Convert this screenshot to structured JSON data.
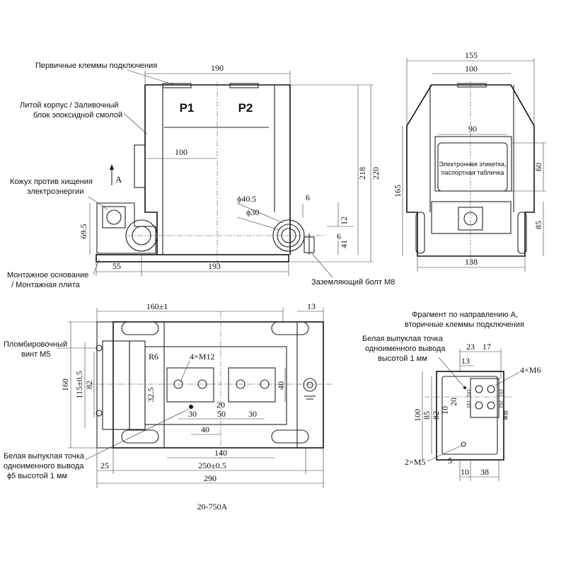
{
  "labels": {
    "primary_terminals": "Первичные клеммы подключения",
    "cast_body_1": "Литой корпус / Заливочный",
    "cast_body_2": "блок эпоксидной смолой",
    "anti_theft_1": "Кожух против хищения",
    "anti_theft_2": "электроэнергии",
    "view_arrow": "A",
    "mount_base_1": "Монтажное основание",
    "mount_base_2": "/ Монтажная плита",
    "ground_bolt": "Заземляющий болт М8",
    "nameplate_1": "Электронная этикетка,",
    "nameplate_2": "паспортная табличка",
    "seal_screw_1": "Пломбировочный",
    "seal_screw_2": "винт М5",
    "white_point_bottom_1": "Белая выпуклая точка",
    "white_point_bottom_2": "одноименного вывода",
    "white_point_bottom_3": "ϕ5 высотой 1 мм",
    "fragment_1": "Фрагмент по направлению A,",
    "fragment_2": "вторичные клеммы подключения",
    "white_point_right_1": "Белая выпуклая точка",
    "white_point_right_2": "одноименного вывода",
    "white_point_right_3": "высотой 1 мм",
    "p1": "P1",
    "p2": "P2",
    "model": "20-750A"
  },
  "front_view": {
    "width": "190",
    "inner_width": "100",
    "height_218": "218",
    "height_220": "220",
    "base_height": "69.5",
    "phi_outer": "ϕ40.5",
    "phi_inner": "ϕ30",
    "dim_6_top": "6",
    "dim_12": "12",
    "dim_6_bottom": "6",
    "dim_41": "41",
    "base_left": "55",
    "base_span": "193"
  },
  "side_view": {
    "width": "155",
    "top_width": "100",
    "plate_width": "90",
    "plate_height": "60",
    "height": "165",
    "lower_height": "85",
    "base_width": "138"
  },
  "top_view": {
    "width": "160±1",
    "edge": "13",
    "radius": "R6",
    "holes": "4×M12",
    "total_height": "160",
    "inner_height": "115±0.5",
    "height_82": "82",
    "height_32_5": "32.5",
    "height_40": "40",
    "dim_20": "20",
    "dim_30_left": "30",
    "dim_50": "50",
    "dim_30_right": "30",
    "dim_40": "40",
    "dim_140": "140",
    "offset_25": "25",
    "span": "250±0.5",
    "total": "290"
  },
  "fragment_view": {
    "dim_23": "23",
    "dim_17": "17",
    "dim_13": "13",
    "holes": "4×M6",
    "h_100": "100",
    "h_85": "85",
    "h_82": "82",
    "h_10": "10",
    "h_20": "20",
    "screws": "2×M5",
    "dim_5": "5",
    "dim_10": "10",
    "dim_38": "38",
    "terminal_s1": "1S1",
    "terminal_s2": "1S2",
    "terminal_s3": "2S1",
    "terminal_s4": "2S2",
    "ground_mark": "接地"
  }
}
